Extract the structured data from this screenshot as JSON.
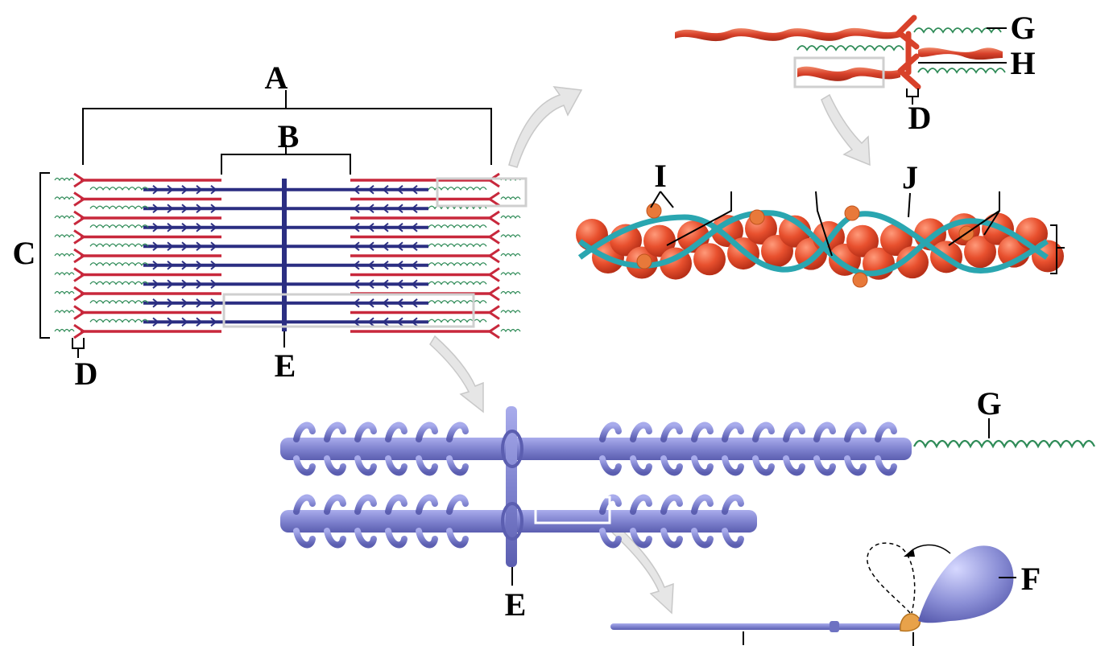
{
  "labels": {
    "A": "A",
    "B": "B",
    "C": "C",
    "D_left": "D",
    "D_top": "D",
    "E_top": "E",
    "E_bottom": "E",
    "F": "F",
    "G_top": "G",
    "G_right": "G",
    "H": "H",
    "I": "I",
    "J": "J"
  },
  "colors": {
    "thin_filament": "#c8283c",
    "thick_filament": "#2b2e82",
    "titin": "#2e8b57",
    "myosin_3d": "#8b8fd6",
    "actin_bead": "#e8502e",
    "tropomyosin": "#2aa6b0",
    "arrow": "#e6e6e6"
  }
}
